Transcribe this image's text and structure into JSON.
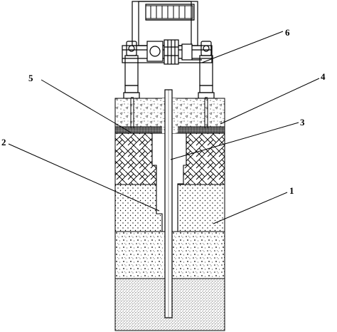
{
  "diagram": {
    "callouts": [
      {
        "id": "callout-1",
        "text": "1"
      },
      {
        "id": "callout-2",
        "text": "2"
      },
      {
        "id": "callout-3",
        "text": "3"
      },
      {
        "id": "callout-4",
        "text": "4"
      },
      {
        "id": "callout-5",
        "text": "5"
      },
      {
        "id": "callout-6",
        "text": "6"
      }
    ],
    "layers": [
      {
        "id": "concrete-cap-layer",
        "pattern": "concrete"
      },
      {
        "id": "seal-strip-layer",
        "pattern": "dark-stipple"
      },
      {
        "id": "brick-layer",
        "pattern": "herringbone-brick"
      },
      {
        "id": "sand-layer",
        "pattern": "dots"
      },
      {
        "id": "gravel-layer",
        "pattern": "gravel"
      },
      {
        "id": "base-soil-layer",
        "pattern": "fine-stipple"
      }
    ],
    "colors": {
      "line": "#000000",
      "background": "#ffffff"
    }
  }
}
